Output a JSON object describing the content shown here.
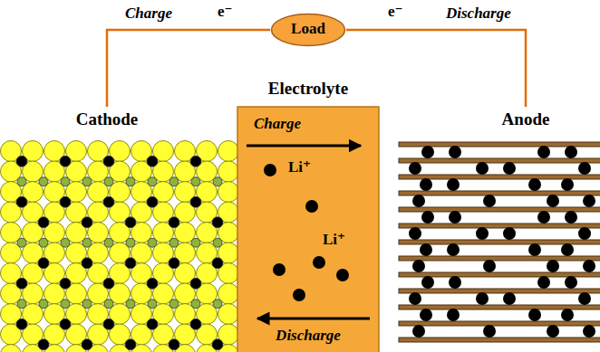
{
  "diagram": {
    "nodes": [
      {
        "text": [
          "Load"
        ]
      },
      {
        "text": [
          "Cathode"
        ]
      },
      {
        "text": [
          "Electrolyte",
          "Charge",
          "Li⁺",
          "Li⁺",
          "Discharge"
        ]
      },
      {
        "text": [
          "Anode"
        ]
      }
    ],
    "edges": [
      {
        "from": 0,
        "to": 1,
        "arrow": "none"
      },
      {
        "from": 0,
        "to": 3,
        "arrow": "none"
      }
    ],
    "labels": [
      "Charge",
      "e⁻",
      "e⁻",
      "Discharge"
    ]
  }
}
